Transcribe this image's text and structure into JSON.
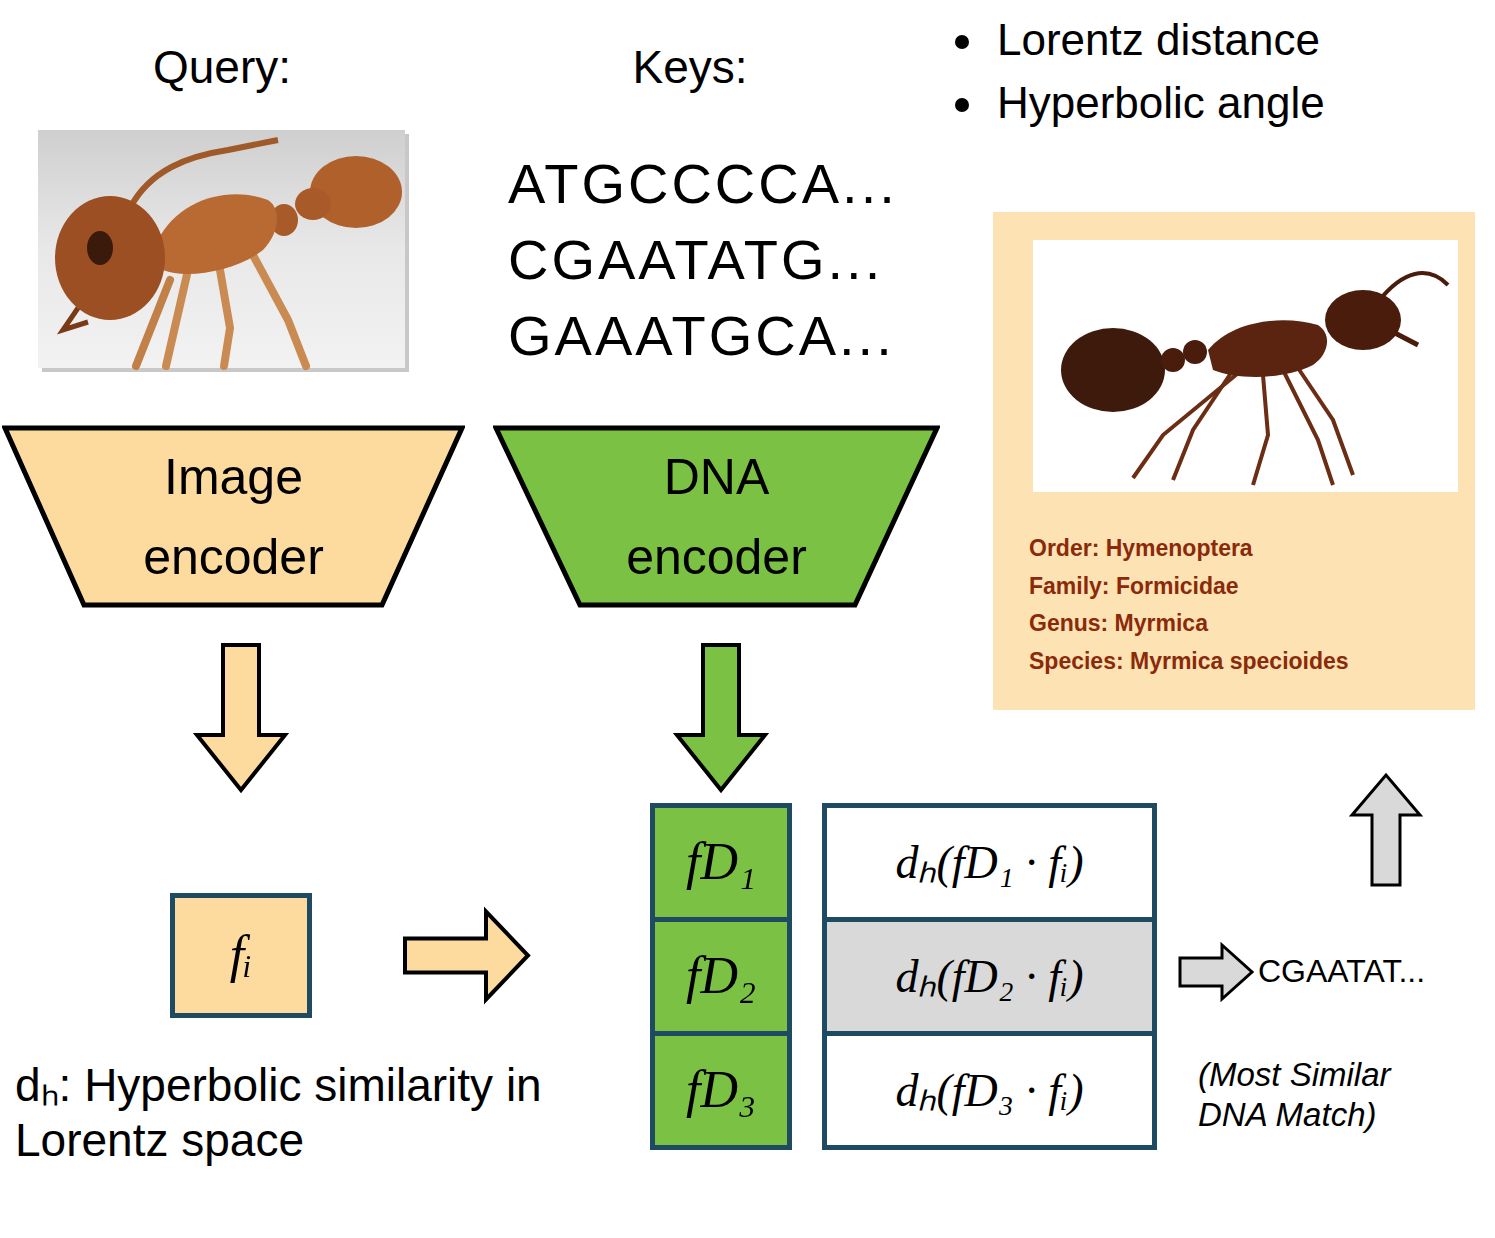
{
  "diagram": {
    "nodes": [
      {
        "text": [
          "Image encoder"
        ]
      },
      {
        "text": [
          "DNA encoder"
        ]
      },
      {
        "text": [
          "Order: Hymenoptera",
          "Family: Formicidae",
          "Genus: Myrmica",
          "Species: Myrmica specioides"
        ]
      },
      {
        "text": [
          "fᵢ"
        ]
      },
      {
        "text": [
          "fD₁"
        ]
      },
      {
        "text": [
          "dₕ(fD₁ · fᵢ)"
        ]
      },
      {
        "text": [
          "fD₂"
        ]
      },
      {
        "text": [
          "dₕ(fD₂ · fᵢ)"
        ]
      },
      {
        "text": [
          "fD₃"
        ]
      },
      {
        "text": [
          "dₕ(fD₃ · fᵢ)"
        ]
      }
    ],
    "edges": [
      {
        "from": 0,
        "to": 3,
        "arrow": "to"
      },
      {
        "from": 1,
        "to": 4,
        "arrow": "to"
      },
      {
        "from": 3,
        "to": 6,
        "arrow": "to"
      }
    ],
    "labels": [
      "Query:",
      "Keys:",
      "Lorentz distance",
      "Hyperbolic angle",
      "ATGCCCCA...",
      "CGAATATG...",
      "GAAATGCA...",
      "CGAATAT...",
      "(Most Similar DNA Match)",
      "dₕ: Hyperbolic similarity in Lorentz space"
    ]
  }
}
